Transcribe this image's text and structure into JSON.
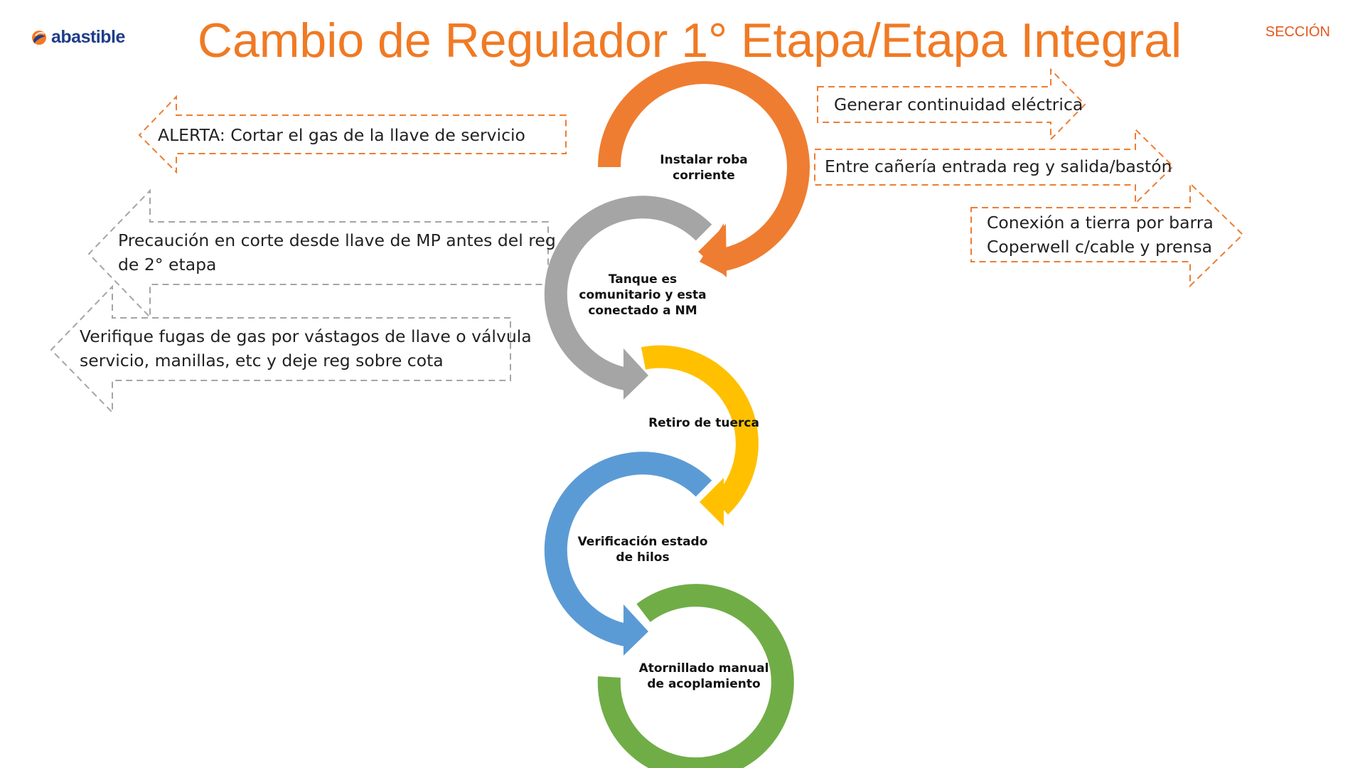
{
  "header": {
    "logo_text": "abastible",
    "title": "Cambio de Regulador 1° Etapa/Etapa Integral",
    "section_label": "SECCIÓN"
  },
  "colors": {
    "title": "#f07a24",
    "section": "#e4571b",
    "logo": "#1f3d8a",
    "step_orange": "#ee7d31",
    "step_gray": "#a5a5a5",
    "step_yellow": "#ffc000",
    "step_blue": "#5b9bd5",
    "step_green": "#70ad47",
    "dashed_orange": "#ee7d31",
    "dashed_gray": "#a5a5a5"
  },
  "steps": [
    {
      "lines": [
        "Instalar roba",
        "corriente"
      ],
      "color": "#ee7d31"
    },
    {
      "lines": [
        "Tanque es",
        "comunitario y esta",
        "conectado a NM"
      ],
      "color": "#a5a5a5"
    },
    {
      "lines": [
        "Retiro de tuerca"
      ],
      "color": "#ffc000"
    },
    {
      "lines": [
        "Verificación estado",
        "de hilos"
      ],
      "color": "#5b9bd5"
    },
    {
      "lines": [
        "Atornillado manual",
        "de acoplamiento"
      ],
      "color": "#70ad47"
    }
  ],
  "left_notes": [
    {
      "lines": [
        "ALERTA: Cortar el gas de la llave de servicio"
      ],
      "icon": "arrow-left-icon"
    },
    {
      "lines": [
        "Precaución en corte desde llave de MP antes del reg",
        "de 2° etapa"
      ],
      "icon": "arrow-left-icon"
    },
    {
      "lines": [
        "Verifique fugas de gas por vástagos de llave o válvula",
        "servicio, manillas, etc y deje reg sobre cota"
      ],
      "icon": "arrow-left-icon"
    }
  ],
  "right_notes": [
    {
      "lines": [
        "Generar continuidad eléctrica"
      ],
      "icon": "arrow-right-icon"
    },
    {
      "lines": [
        "Entre cañería entrada reg y salida/bastón"
      ],
      "icon": "arrow-right-icon"
    },
    {
      "lines": [
        "Conexión a tierra por barra",
        "Coperwell c/cable y prensa"
      ],
      "icon": "arrow-right-icon"
    }
  ]
}
